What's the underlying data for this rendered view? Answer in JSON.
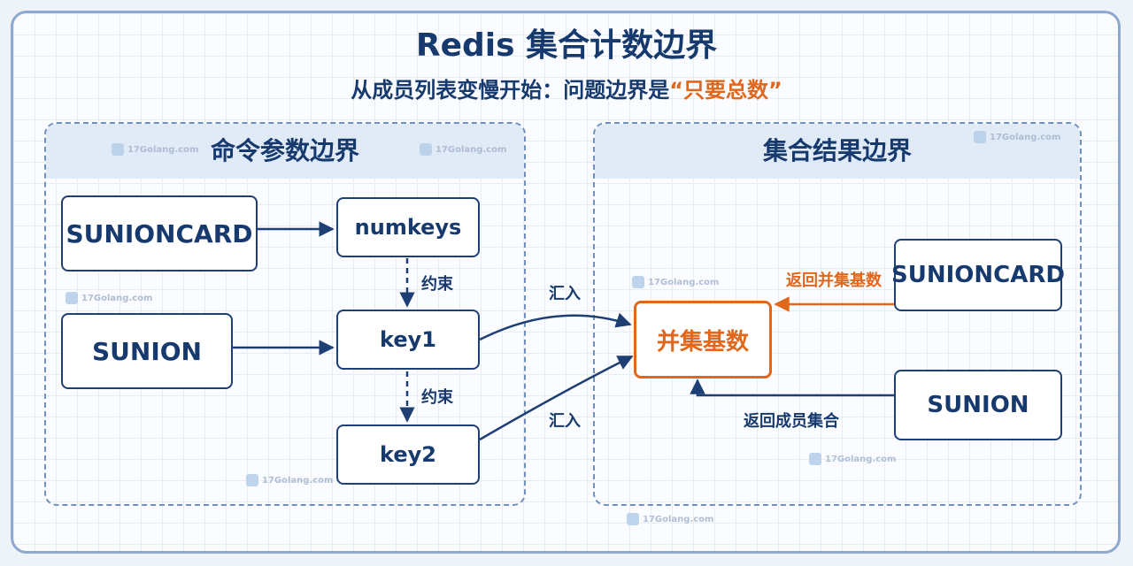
{
  "title": "Redis 集合计数边界",
  "subtitle": {
    "prefix": "从成员列表变慢开始：问题边界是",
    "highlight": "“只要总数”"
  },
  "left_panel": {
    "title": "命令参数边界",
    "nodes": {
      "sunioncard": "SUNIONCARD",
      "sunion": "SUNION",
      "numkeys": "numkeys",
      "key1": "key1",
      "key2": "key2"
    },
    "edge_labels": {
      "constraint_1": "约束",
      "constraint_2": "约束"
    }
  },
  "flow_labels": {
    "merge_1": "汇入",
    "merge_2": "汇入"
  },
  "right_panel": {
    "title": "集合结果边界",
    "nodes": {
      "union_cardinality": "并集基数",
      "sunioncard": "SUNIONCARD",
      "sunion": "SUNION"
    },
    "edge_labels": {
      "return_cardinality": "返回并集基数",
      "return_members": "返回成员集合"
    }
  },
  "watermark": "17Golang.com",
  "colors": {
    "primary": "#173a6e",
    "accent": "#e0671b",
    "panel_border": "#6f8fbf",
    "panel_head": "#dce8f7"
  }
}
